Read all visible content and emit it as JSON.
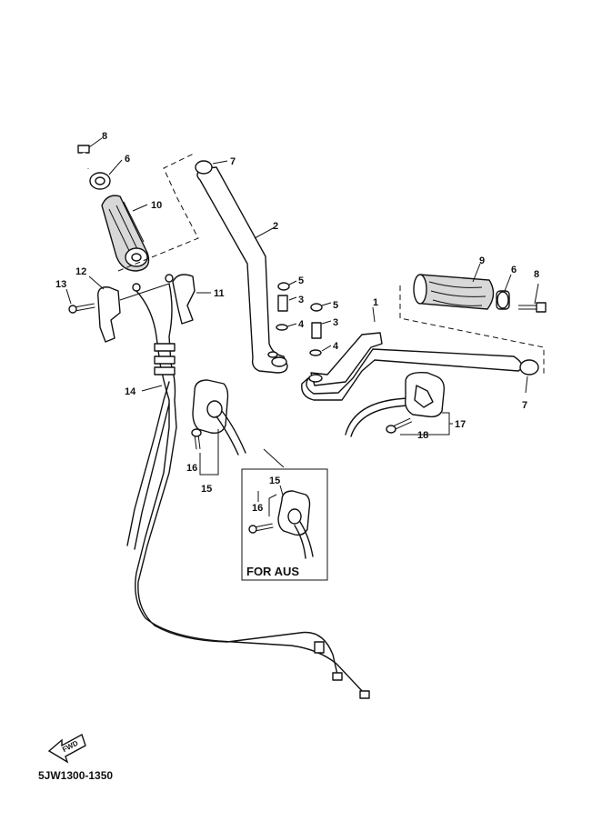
{
  "callouts": [
    "1",
    "2",
    "3",
    "3",
    "4",
    "4",
    "5",
    "5",
    "6",
    "6",
    "7",
    "7",
    "8",
    "8",
    "9",
    "10",
    "11",
    "12",
    "13",
    "14",
    "15",
    "15",
    "16",
    "16",
    "17",
    "18"
  ],
  "inset": {
    "label": "FOR AUS"
  },
  "fwd_arrow": {
    "text": "FWD"
  },
  "diagram_code": "5JW1300-1350"
}
